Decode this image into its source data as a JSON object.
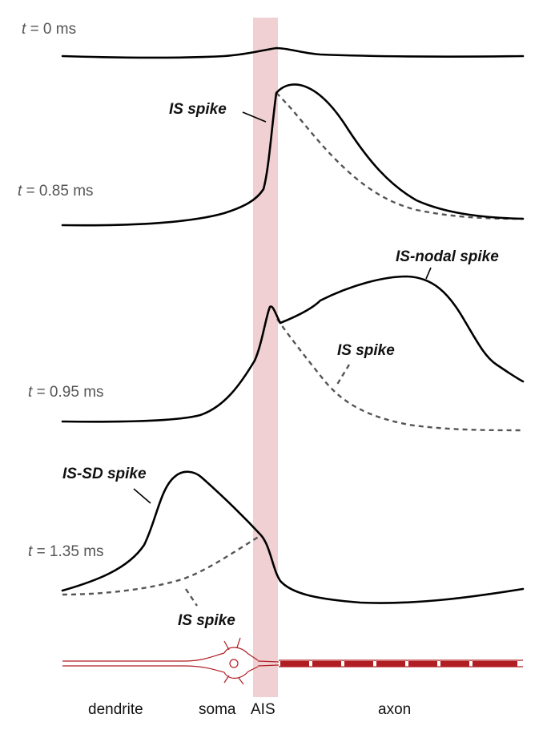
{
  "panels": [
    {
      "label_var": "t",
      "label_value": "= 0 ms"
    },
    {
      "label_var": "t",
      "label_value": "= 0.85 ms"
    },
    {
      "label_var": "t",
      "label_value": "= 0.95 ms"
    },
    {
      "label_var": "t",
      "label_value": "= 1.35 ms"
    }
  ],
  "annotations": {
    "is_spike_1": "IS spike",
    "is_nodal_spike": "IS-nodal spike",
    "is_spike_2": "IS spike",
    "is_sd_spike": "IS-SD spike",
    "is_spike_3": "IS spike"
  },
  "regions": {
    "dendrite": "dendrite",
    "soma": "soma",
    "ais": "AIS",
    "axon": "axon"
  },
  "colors": {
    "ais_band": "#f0d0d2",
    "ais_label": "#b5262e",
    "neuron": "#b01e23",
    "trace": "#000000",
    "dashed": "#555555"
  }
}
